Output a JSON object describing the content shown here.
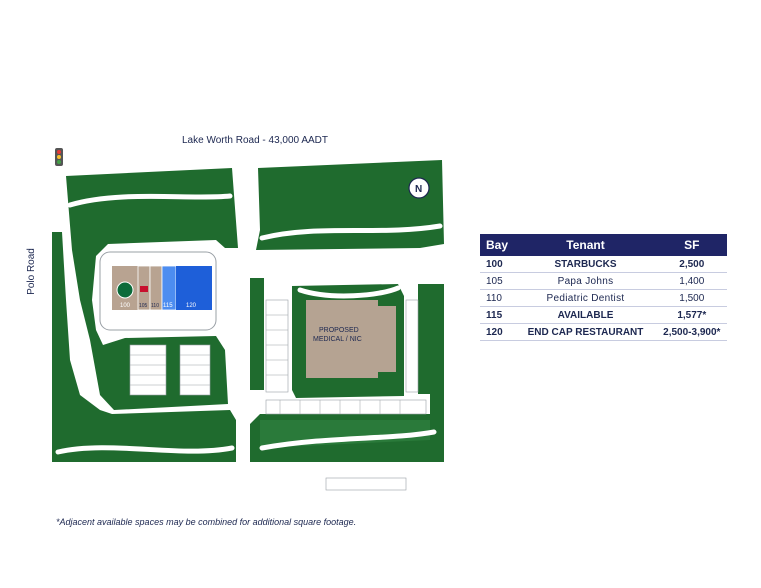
{
  "roads": {
    "top": "Lake Worth Road - 43,000 AADT",
    "left": "Polo Road"
  },
  "map_labels": {
    "building": "PROPOSED\nMEDICAL / NIC",
    "building_line1": "PROPOSED",
    "building_line2": "MEDICAL / NIC",
    "north": "N",
    "bays": [
      "100",
      "105",
      "110",
      "115",
      "120"
    ]
  },
  "colors": {
    "green": "#1f6b2e",
    "available": "#1e5fd9",
    "available_light": "#4d8df0",
    "tenant_tan": "#b8a391",
    "building": "#b5a392",
    "navy": "#1f2566"
  },
  "icons": {
    "traffic_light": "traffic-light-icon",
    "north_arrow": "north-arrow-icon",
    "starbucks": "starbucks-logo-icon",
    "papa_johns": "papa-johns-logo-icon"
  },
  "table": {
    "headers": [
      "Bay",
      "Tenant",
      "SF"
    ],
    "rows": [
      {
        "bay": "100",
        "tenant": "STARBUCKS",
        "sf": "2,500",
        "bold": true
      },
      {
        "bay": "105",
        "tenant": "Papa Johns",
        "sf": "1,400",
        "bold": false
      },
      {
        "bay": "110",
        "tenant": "Pediatric Dentist",
        "sf": "1,500",
        "bold": false
      },
      {
        "bay": "115",
        "tenant": "AVAILABLE",
        "sf": "1,577*",
        "bold": true
      },
      {
        "bay": "120",
        "tenant": "END CAP RESTAURANT",
        "sf": "2,500-3,900*",
        "bold": true
      }
    ]
  },
  "footnote": "*Adjacent available spaces may be combined for additional square footage."
}
